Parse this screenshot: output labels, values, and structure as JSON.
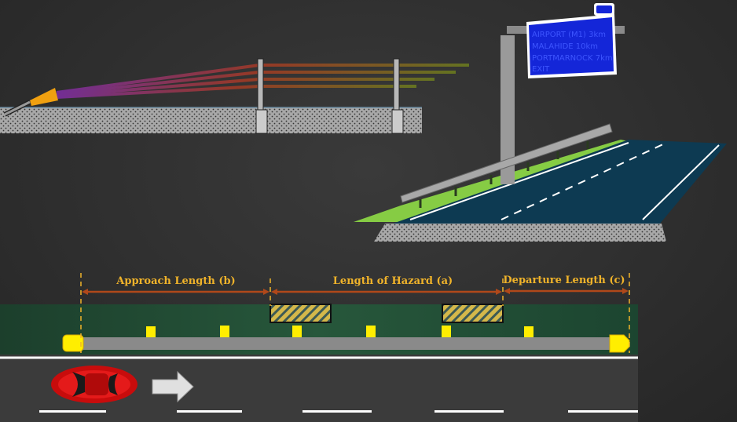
{
  "dimensions": {
    "approach": "Approach Length (b)",
    "hazard": "Length of Hazard (a)",
    "departure": "Departure Length (c)"
  },
  "sign": {
    "lines": [
      "AIRPORT (M1) 3km",
      "MALAHIDE 10km",
      "PORTMARNOCK 7km",
      "EXIT"
    ]
  },
  "colors": {
    "background": "#2b2b2b",
    "dimension": "#f0b32a",
    "dimension_arrow": "#b0481a",
    "verge": "#1f4a33",
    "guardrail": "#8a8a8a",
    "post": "#ffee00",
    "hazard": "#c8b040",
    "road": "#3b3b3b",
    "highway": "#0d3a52",
    "grass": "#86cc44",
    "sign": "#1426d8",
    "car": "#d01010"
  },
  "icons": {
    "car": "car-icon",
    "direction": "arrow-right-icon"
  }
}
